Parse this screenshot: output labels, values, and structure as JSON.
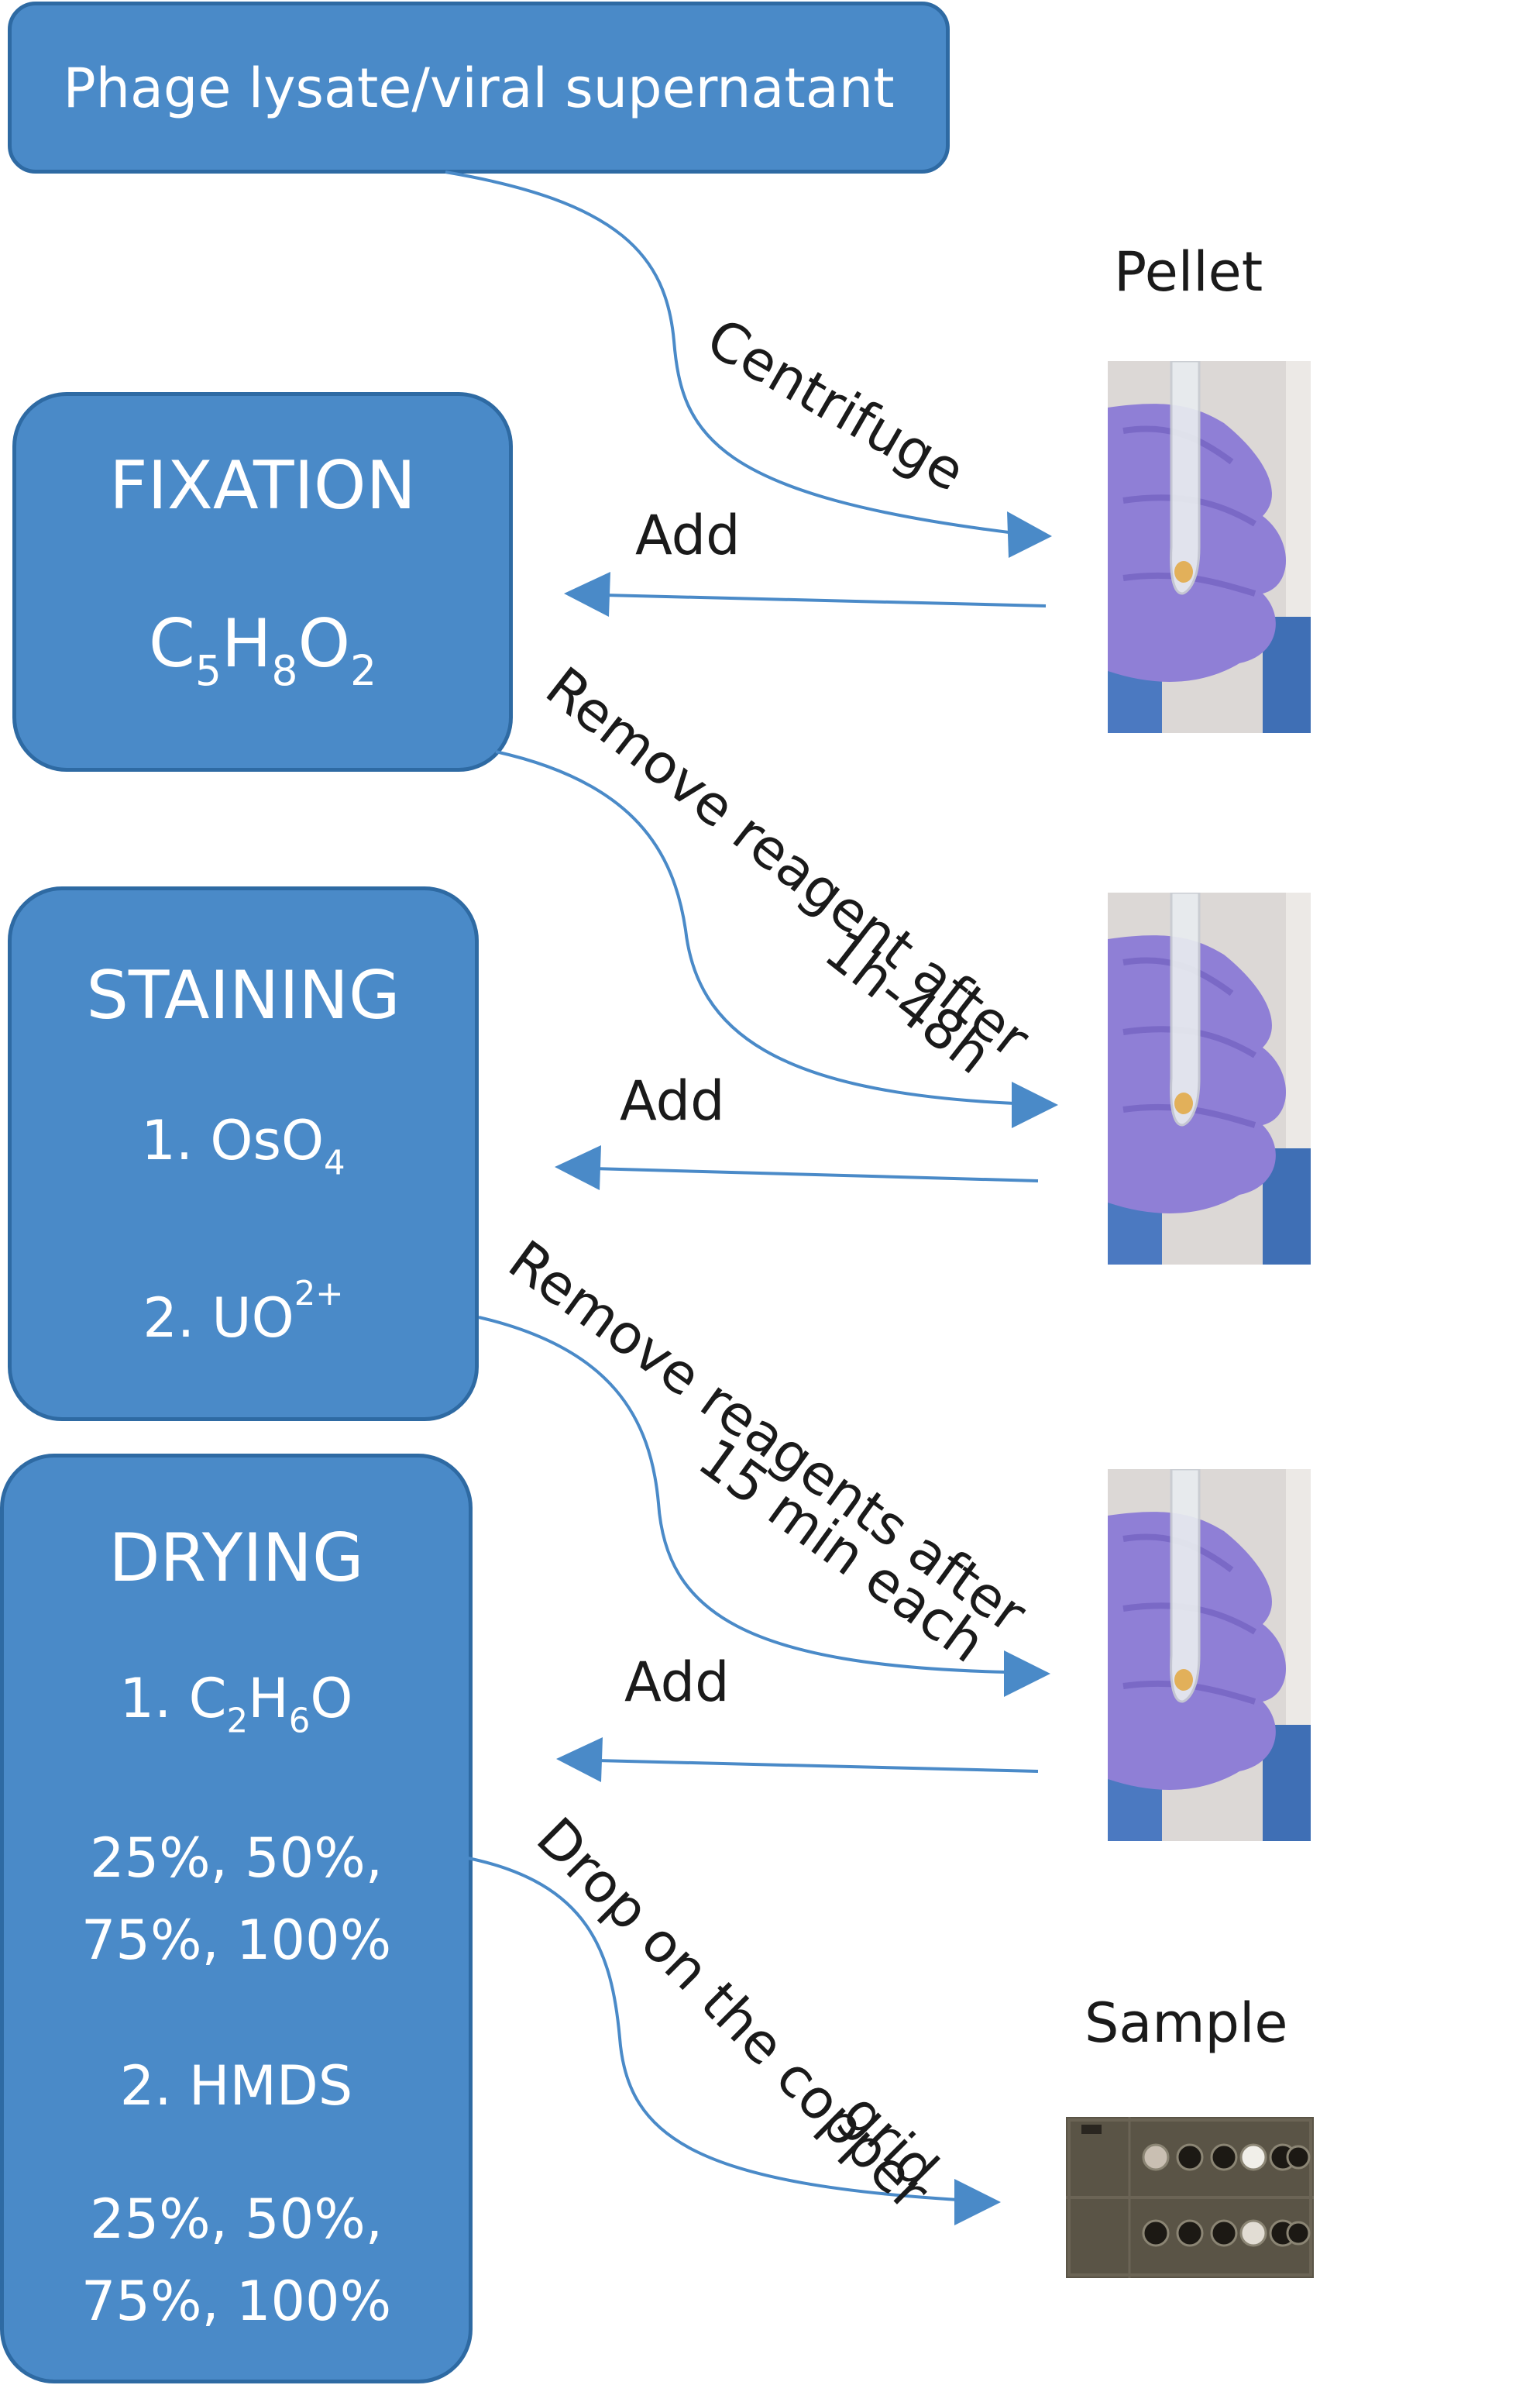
{
  "source": {
    "label": "Phage lysate/viral supernatant"
  },
  "fixation": {
    "title": "FIXATION",
    "formula": {
      "p1": "C",
      "s1": "5",
      "p2": "H",
      "s2": "8",
      "p3": "O",
      "s3": "2"
    }
  },
  "staining": {
    "title": "STAINING",
    "step1": {
      "prefix": "1. OsO",
      "sub": "4"
    },
    "step2": {
      "prefix": "2. UO",
      "sup": "2+"
    }
  },
  "drying": {
    "title": "DRYING",
    "step1": {
      "p1": "1. C",
      "s1": "2",
      "p2": "H",
      "s2": "6",
      "p3": "O"
    },
    "step1_conc_line1": "25%, 50%,",
    "step1_conc_line2": "75%, 100%",
    "step2": "2. HMDS",
    "step2_conc_line1": "25%, 50%,",
    "step2_conc_line2": "75%, 100%"
  },
  "labels": {
    "pellet": "Pellet",
    "sample": "Sample",
    "centrifuge": "Centrifuge",
    "add_1": "Add",
    "add_2": "Add",
    "add_3": "Add",
    "remove_1_line1": "Remove reagent after",
    "remove_1_line2": "1h-48h",
    "remove_2_line1": "Remove reagents after",
    "remove_2_line2": "15 min each",
    "drop_line1": "Drop on the copper",
    "drop_line2": "grid"
  },
  "colors": {
    "box_fill": "#4a8ac8",
    "box_border": "#2e6aa3",
    "arrow": "#4a8ac8",
    "glove": "#8f7fd6",
    "grid_plate": "#5a5446"
  },
  "icons": {
    "tube_photo": "tube-in-gloved-hand",
    "sample_photo": "copper-grid-plate"
  }
}
